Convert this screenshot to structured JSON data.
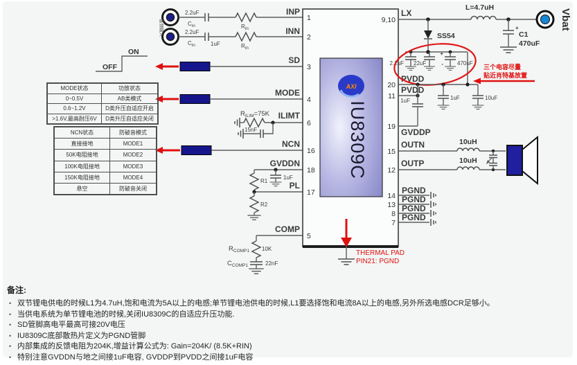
{
  "input": {
    "vertical_label": "音频输入",
    "row1": {
      "cap_value": "2.2uF",
      "cap_sym": "C",
      "cap_sub": "in",
      "res_sym": "R",
      "res_sub": "in"
    },
    "row2": {
      "cap_value": "2.2uF",
      "cap_sym": "C",
      "cap_sub": "in",
      "cap_extra": "1uF",
      "res_sym": "R",
      "res_sub": "in"
    }
  },
  "switch": {
    "on": "ON",
    "off": "OFF"
  },
  "mode_table": {
    "headers": [
      "MODE状态",
      "功放状态"
    ],
    "rows": [
      [
        "0~0.5V",
        "AB类模式"
      ],
      [
        "0.6~1.2V",
        "D类升压自适应开启"
      ],
      [
        ">1.6V,最高耐压6V",
        "D类升压自适应关闭"
      ]
    ]
  },
  "ncn_table": {
    "headers": [
      "NCN状态",
      "防破音模式"
    ],
    "rows": [
      [
        "直接接地",
        "MODE1"
      ],
      [
        "50K电阻接地",
        "MODE2"
      ],
      [
        "100K电阻接地",
        "MODE3"
      ],
      [
        "150K电阻接地",
        "MODE4"
      ],
      [
        "悬空",
        "防破音关闭"
      ]
    ]
  },
  "ilimt": {
    "res_sym": "R",
    "res_sub": "ILIM",
    "res_value": "=75K",
    "cap_value": "15nF"
  },
  "gvddn": {
    "cap_value": "1uF",
    "r1": "R1",
    "r2": "R2"
  },
  "comp": {
    "res_sym": "R",
    "res_sub": "COMP1",
    "res_value": "10K",
    "cap_sym": "C",
    "cap_sub": "COMP1",
    "cap_value": "22nF"
  },
  "ic": {
    "part": "IU8309C",
    "logo": "AXI",
    "pins_left": [
      {
        "num": "1",
        "label": "INP"
      },
      {
        "num": "2",
        "label": "INN"
      },
      {
        "num": "3",
        "label": "SD"
      },
      {
        "num": "4",
        "label": "MODE"
      },
      {
        "num": "6",
        "label": "ILIMT"
      },
      {
        "num": "16",
        "label": "NCN"
      },
      {
        "num": "18",
        "label": "GVDDN"
      },
      {
        "num": "17",
        "label": "PL"
      },
      {
        "num": "5",
        "label": "COMP"
      }
    ],
    "pins_right": [
      {
        "num": "9,10",
        "label": "LX"
      },
      {
        "num": "20",
        "label": "PVDD"
      },
      {
        "num": "11",
        "label": "PVDD"
      },
      {
        "num": "19",
        "label": "GVDDP"
      },
      {
        "num": "15",
        "label": "OUTN"
      },
      {
        "num": "12",
        "label": "OUTP"
      },
      {
        "num": "14",
        "label": "PGND"
      },
      {
        "num": "13",
        "label": "PGND"
      },
      {
        "num": "8",
        "label": "PGND"
      },
      {
        "num": "7",
        "label": "PGND"
      }
    ]
  },
  "boost": {
    "inductor": "L=4.7uH",
    "diode": "SS54",
    "cap_name": "C1",
    "cap_value": "470uF",
    "vbat": "Vbat",
    "plus": "+",
    "minus": "-"
  },
  "snubber": {
    "caps": [
      "2.2uF",
      "22uF",
      "470uF"
    ],
    "note1": "三个电容尽量",
    "note2": "贴近肖特基放置"
  },
  "rail": {
    "link_cap": "1uF",
    "cap1": "1uF",
    "cap2": "10uF"
  },
  "output": {
    "ln": "10uH",
    "lp": "10uH"
  },
  "thermal": {
    "line1": "THERMAL PAD",
    "line2": "PIN21: PGND"
  },
  "notes": {
    "title": "备注:",
    "items": [
      "双节锂电供电的时候L1为4.7uH,饱和电流为5A以上的电感;单节锂电池供电的时候,L1要选择饱和电流8A以上的电感,另外所选电感DCR足够小。",
      "当供电系统为单节锂电池的时候,关闭IU8309C的自适应升压功能.",
      "SD管脚高电平最高可接20V电压",
      "IU8309C底部散热片定义为PGND管脚",
      "内部集成的反馈电阻为204K,增益计算公式为: Gain=204K/ (8.5K+RIN)",
      "特别注意GVDDN与地之间接1uF电容, GVDDP到PVDD之间接1uF电容"
    ]
  }
}
